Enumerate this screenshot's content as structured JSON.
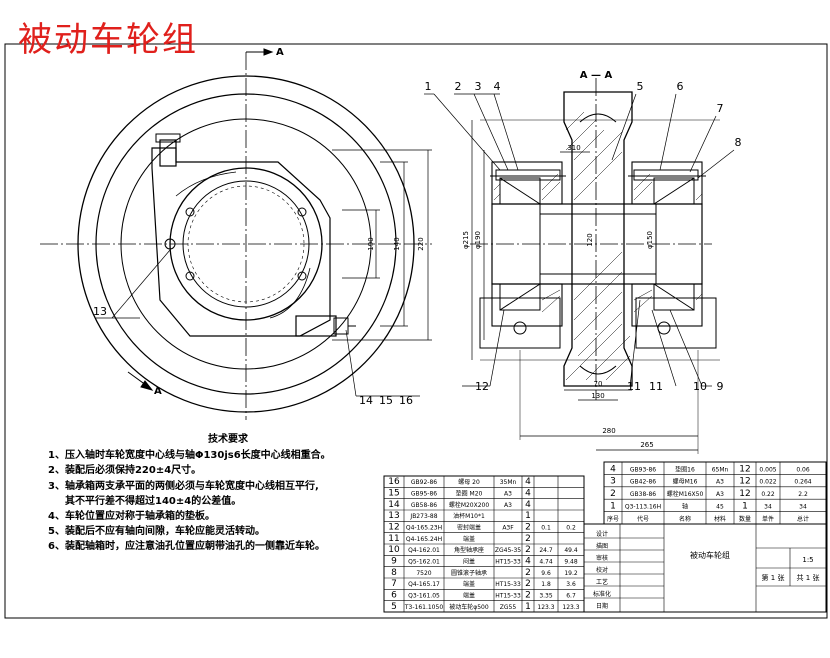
{
  "title": "被动车轮组",
  "section_labels": {
    "a_top": "A",
    "a_bottom": "A",
    "aa": "A — A"
  },
  "callouts": [
    "1",
    "2",
    "3",
    "4",
    "5",
    "6",
    "7",
    "8",
    "9",
    "10",
    "11",
    "12",
    "13",
    "14",
    "15",
    "16",
    "11"
  ],
  "dims": {
    "d_140": "140",
    "d_220": "220",
    "d_190": "190",
    "d_280": "280",
    "d_265": "265",
    "d_130": "130",
    "d_70": "70",
    "d_phi215": "φ215",
    "d_phi190": "φ190",
    "d_phi150": "φ150",
    "d_120": "120",
    "d_310": "310"
  },
  "notes": {
    "heading": "技术要求",
    "items": [
      [
        "1、压入轴时车轮宽度中心线与轴Φ130js6长度中心线相重合。"
      ],
      [
        "2、装配后必须保持220±4尺寸。"
      ],
      [
        "3、轴承箱两支承平面的两侧必须与车轮宽度中心线相互平行,",
        "其不平行差不得超过140±4的公差值。"
      ],
      [
        "4、车轮位置应对称于轴承箱的垫板。"
      ],
      [
        "5、装配后不应有轴向间隙，车轮应能灵活转动。"
      ],
      [
        "6、装配轴箱时，应注意油孔位置应朝带油孔的一侧靠近车轮。"
      ]
    ]
  },
  "bom_left": [
    [
      "16",
      "GB92-86",
      "螺母 20",
      "35Mn",
      "4",
      "",
      ""
    ],
    [
      "15",
      "GB95-86",
      "垫圈 M20",
      "A3",
      "4",
      "",
      ""
    ],
    [
      "14",
      "GB58-86",
      "螺栓M20X200",
      "A3",
      "4",
      "",
      ""
    ],
    [
      "13",
      "JB273-88",
      "油杯M10*1",
      "",
      "1",
      "",
      ""
    ],
    [
      "12",
      "Q4-165.23H",
      "密封端盖",
      "A3F",
      "2",
      "0.1",
      "0.2"
    ],
    [
      "11",
      "Q4-165.24H",
      "端盖",
      "",
      "2",
      "",
      ""
    ],
    [
      "10",
      "Q4-162.01",
      "角型轴承座",
      "ZG45-35",
      "2",
      "24.7",
      "49.4"
    ],
    [
      "9",
      "Q5-162.01",
      "闷盖",
      "HT15-33",
      "4",
      "4.74",
      "9.48"
    ],
    [
      "8",
      "7520",
      "圆锥滚子轴承",
      "",
      "2",
      "9.6",
      "19.2"
    ],
    [
      "7",
      "Q4-165.17",
      "端盖",
      "HT15-33",
      "2",
      "1.8",
      "3.6"
    ],
    [
      "6",
      "Q3-161.05",
      "端盖",
      "HT15-33",
      "2",
      "3.35",
      "6.7"
    ],
    [
      "5",
      "T3-161.1050",
      "被动车轮φ500",
      "ZG55",
      "1",
      "123.3",
      "123.3"
    ]
  ],
  "bom_right": [
    [
      "4",
      "GB93-86",
      "垫圈16",
      "65Mn",
      "12",
      "0.005",
      "0.06"
    ],
    [
      "3",
      "GB42-86",
      "螺母M16",
      "A3",
      "12",
      "0.022",
      "0.264"
    ],
    [
      "2",
      "GB38-86",
      "螺栓M16X50",
      "A3",
      "12",
      "0.22",
      "2.2"
    ],
    [
      "1",
      "Q3-113.16H",
      "轴",
      "45",
      "1",
      "34",
      "34"
    ]
  ],
  "bom_head": [
    "序号",
    "代号",
    "名称",
    "材料",
    "数量",
    "单件",
    "总计"
  ],
  "title_block": {
    "drawing_name": "被动车轮组",
    "scale": "1:5",
    "sheet": "第 1 张",
    "sheets": "共 1 张",
    "rows": [
      "设计",
      "描图",
      "审核",
      "校对",
      "工艺",
      "标准化",
      "日期"
    ]
  },
  "colors": {
    "title": "#e0201c",
    "line": "#000000",
    "center": "#000000"
  }
}
